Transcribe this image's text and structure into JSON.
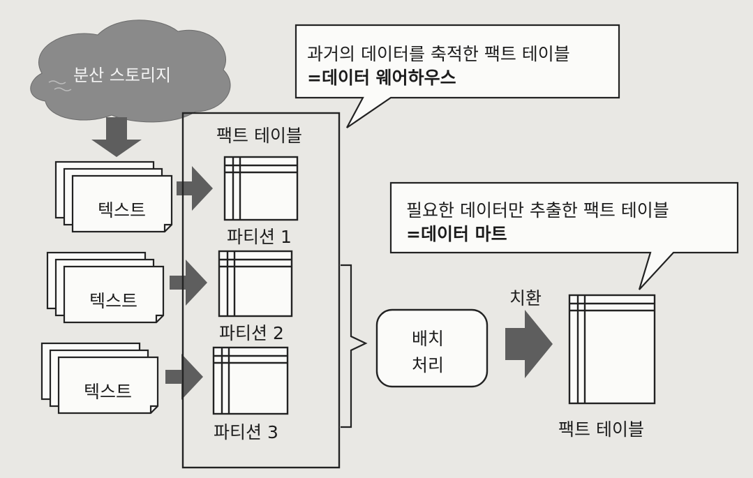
{
  "storage": {
    "label": "분산 스토리지"
  },
  "texts": [
    {
      "label": "텍스트"
    },
    {
      "label": "텍스트"
    },
    {
      "label": "텍스트"
    }
  ],
  "fact_table_box": {
    "title": "팩트 테이블"
  },
  "partitions": [
    {
      "label": "파티션 1"
    },
    {
      "label": "파티션 2"
    },
    {
      "label": "파티션 3"
    }
  ],
  "callout_warehouse": {
    "line1": "과거의 데이터를 축적한 팩트 테이블",
    "line2": "=데이터 웨어하우스"
  },
  "callout_mart": {
    "line1": "필요한 데이터만 추출한 팩트 테이블",
    "line2": "=데이터 마트"
  },
  "batch": {
    "line1": "배치",
    "line2": "처리"
  },
  "replace": {
    "label": "치환"
  },
  "output_table": {
    "label": "팩트 테이블"
  }
}
